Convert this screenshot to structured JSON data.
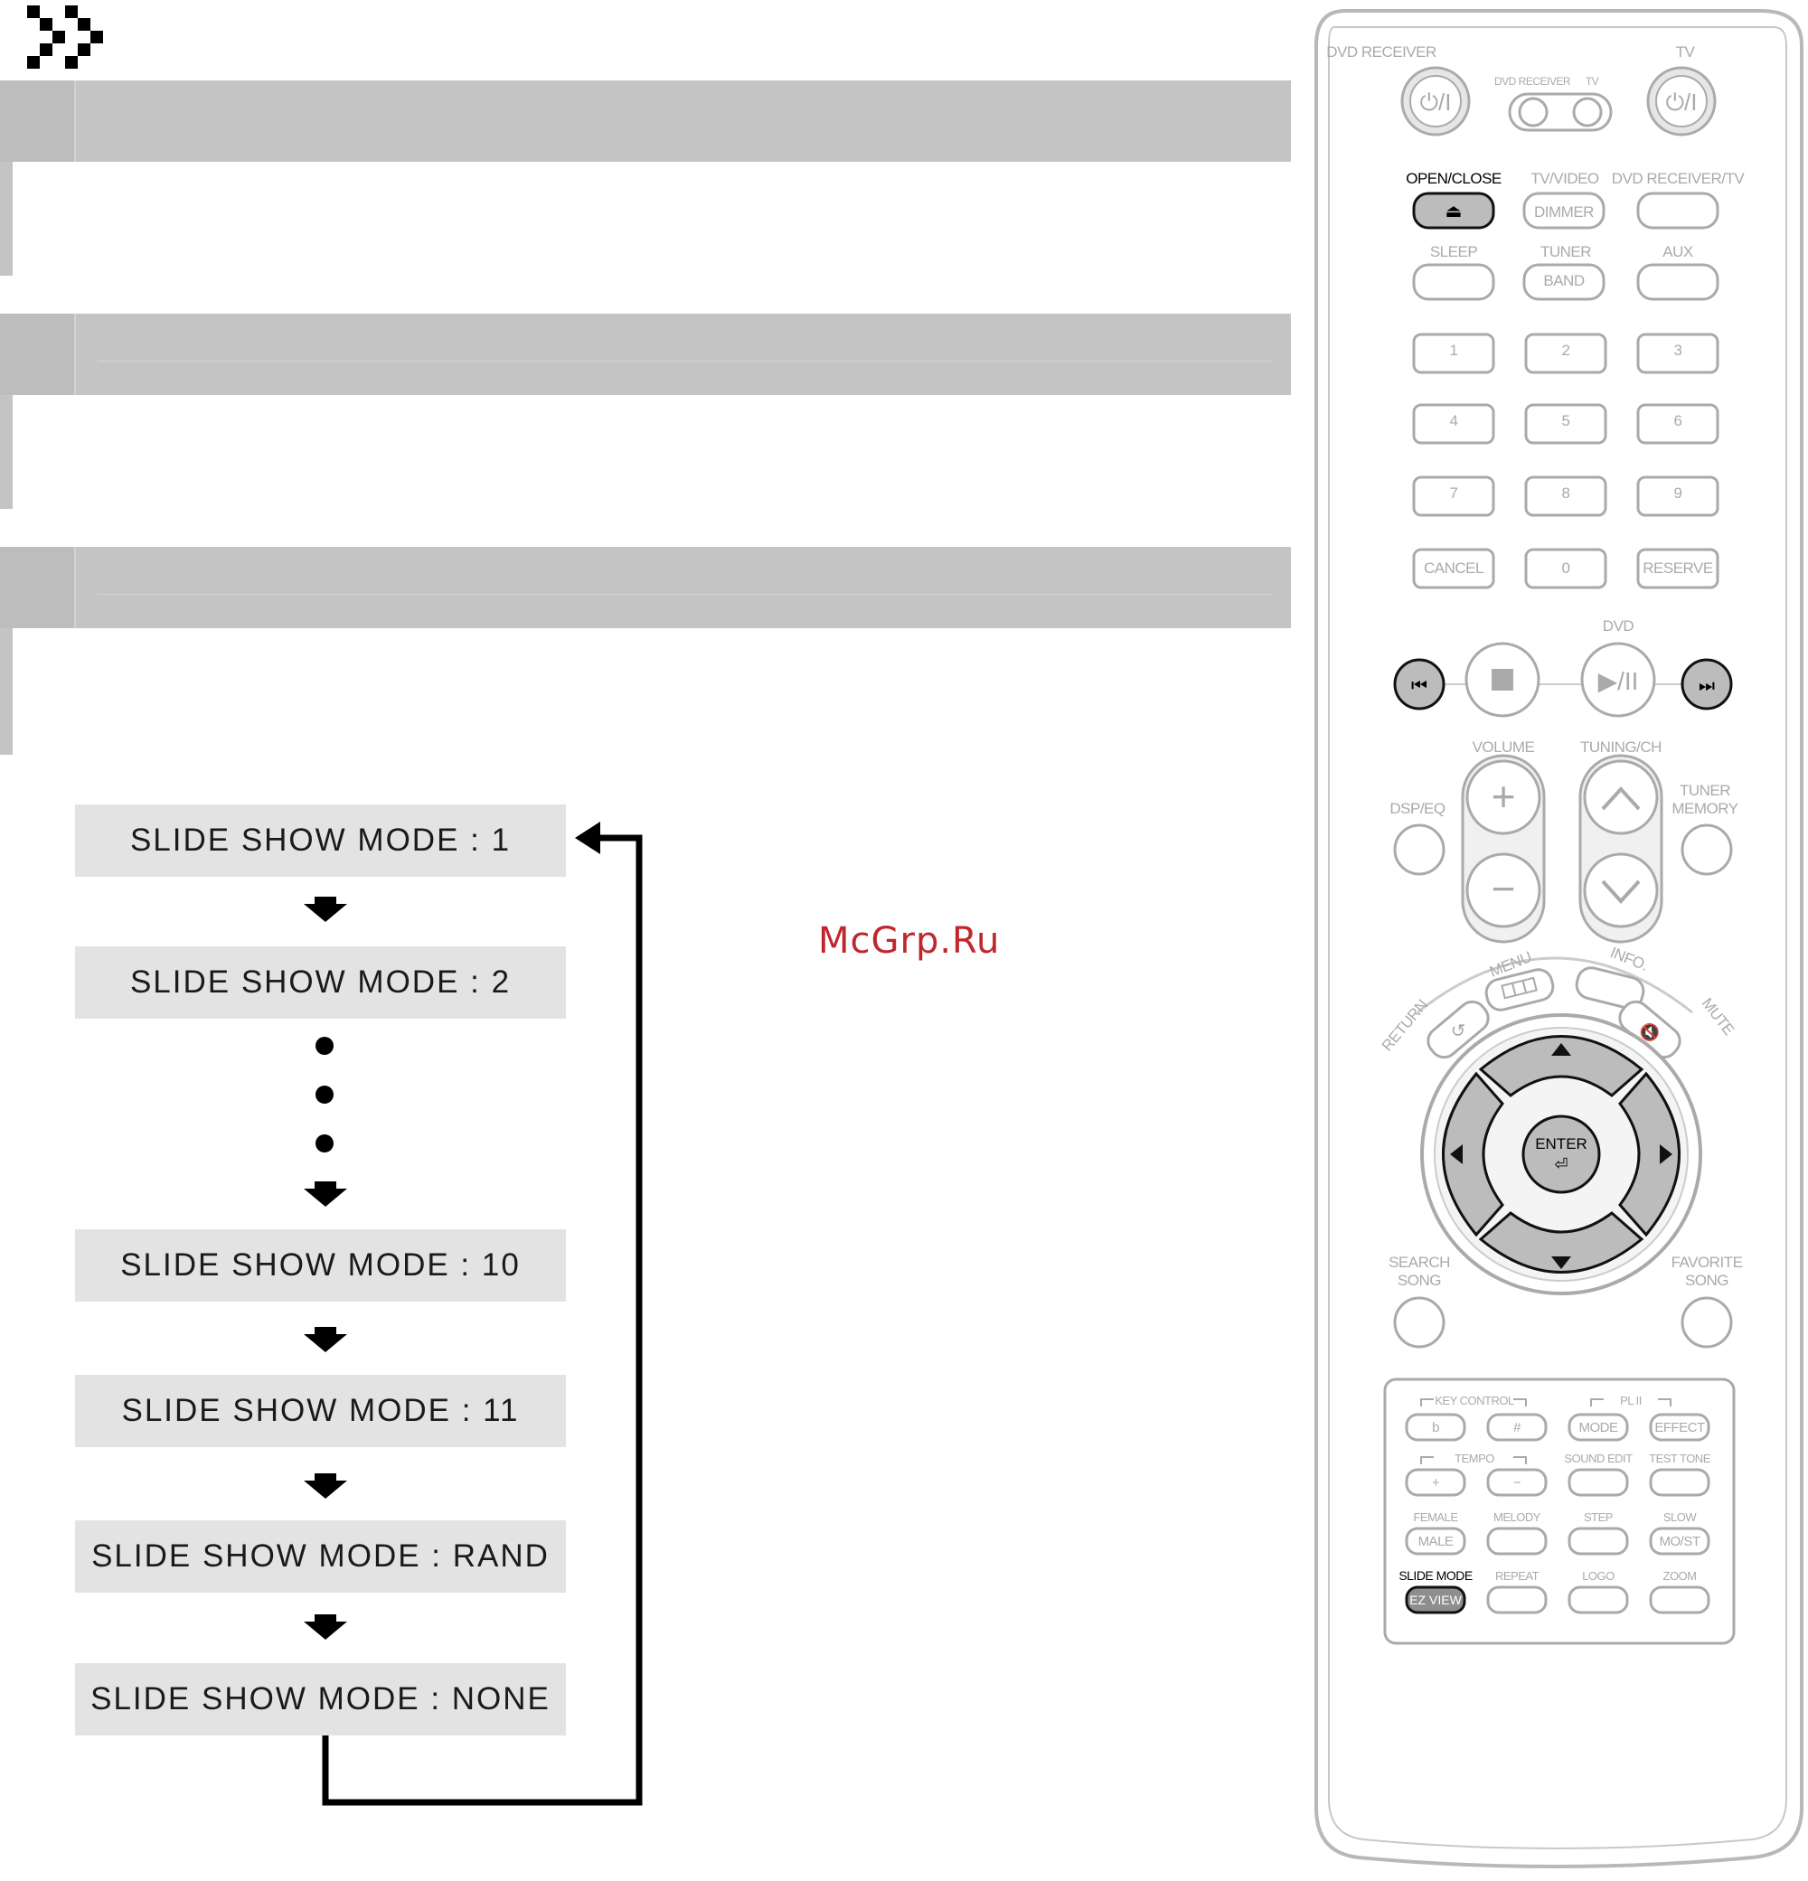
{
  "flow": {
    "modes": [
      "SLIDE SHOW MODE : 1",
      "SLIDE SHOW MODE : 2",
      "SLIDE SHOW MODE : 10",
      "SLIDE SHOW MODE : 11",
      "SLIDE SHOW MODE : RAND",
      "SLIDE SHOW MODE : NONE"
    ]
  },
  "watermark": "McGrp.Ru",
  "remote": {
    "dvd_receiver": "DVD RECEIVER",
    "tv": "TV",
    "toggle_dvd": "DVD RECEIVER",
    "toggle_tv": "TV",
    "open_close": "OPEN/CLOSE",
    "tv_video": "TV/VIDEO",
    "dimmer": "DIMMER",
    "dvd_receiver_tv": "DVD RECEIVER/TV",
    "sleep": "SLEEP",
    "tuner": "TUNER",
    "band": "BAND",
    "aux": "AUX",
    "numbers": [
      "1",
      "2",
      "3",
      "4",
      "5",
      "6",
      "7",
      "8",
      "9"
    ],
    "cancel": "CANCEL",
    "zero": "0",
    "reserve": "RESERVE",
    "dvd": "DVD",
    "volume": "VOLUME",
    "tuning_ch": "TUNING/CH",
    "dsp_eq": "DSP/EQ",
    "tuner_memory_1": "TUNER",
    "tuner_memory_2": "MEMORY",
    "menu": "MENU",
    "info": "INFO.",
    "return": "RETURN",
    "mute": "MUTE",
    "enter": "ENTER",
    "search_song_1": "SEARCH",
    "search_song_2": "SONG",
    "favorite_song_1": "FAVORITE",
    "favorite_song_2": "SONG",
    "key_control": "KEY CONTROL",
    "flat": "b",
    "sharp": "#",
    "pl2": "PL II",
    "mode": "MODE",
    "effect": "EFFECT",
    "tempo": "TEMPO",
    "plus": "+",
    "minus": "−",
    "sound_edit": "SOUND EDIT",
    "test_tone": "TEST TONE",
    "female": "FEMALE",
    "male": "MALE",
    "melody": "MELODY",
    "step": "STEP",
    "slow": "SLOW",
    "mo_st": "MO/ST",
    "slide_mode": "SLIDE MODE",
    "ez_view": "EZ VIEW",
    "repeat": "REPEAT",
    "logo": "LOGO",
    "zoom": "ZOOM"
  }
}
